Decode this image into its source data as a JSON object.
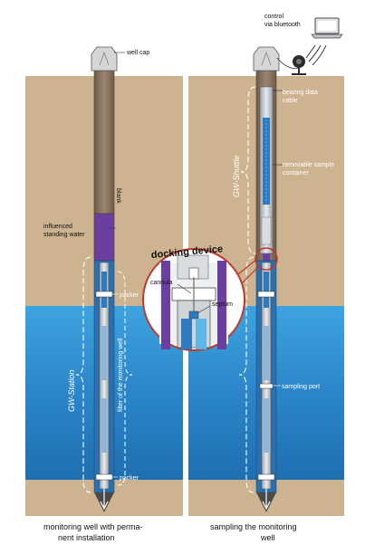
{
  "labels": {
    "control_line1": "control",
    "control_line2": "via bluetooth",
    "well_cap": "well cap",
    "blank": "blank",
    "influenced_line1": "influenced",
    "influenced_line2": "standing water",
    "packer_top": "packer",
    "packer_bottom": "packer",
    "filter": "filter of the monitoring well",
    "gw_station": "GW-Station",
    "gw_shuttle": "GW-Shuttle",
    "bearing_line1": "bearing data",
    "bearing_line2": "cable",
    "removable_line1": "removable sample",
    "removable_line2": "container",
    "sampling_port": "sampling port",
    "docking_device": "docking device",
    "cannula": "cannula",
    "septum": "septum"
  },
  "captions": {
    "left_line1": "monitoring well with perma-",
    "left_line2": "nent installation",
    "right_line1": "sampling  the monitoring",
    "right_line2": "well"
  },
  "colors": {
    "soil": "#cdb38f",
    "water": "#2f8fd0",
    "water_light": "#5fb5e6",
    "casing": "#8a7560",
    "purple": "#6b3fa0",
    "circle": "#c0392b"
  }
}
